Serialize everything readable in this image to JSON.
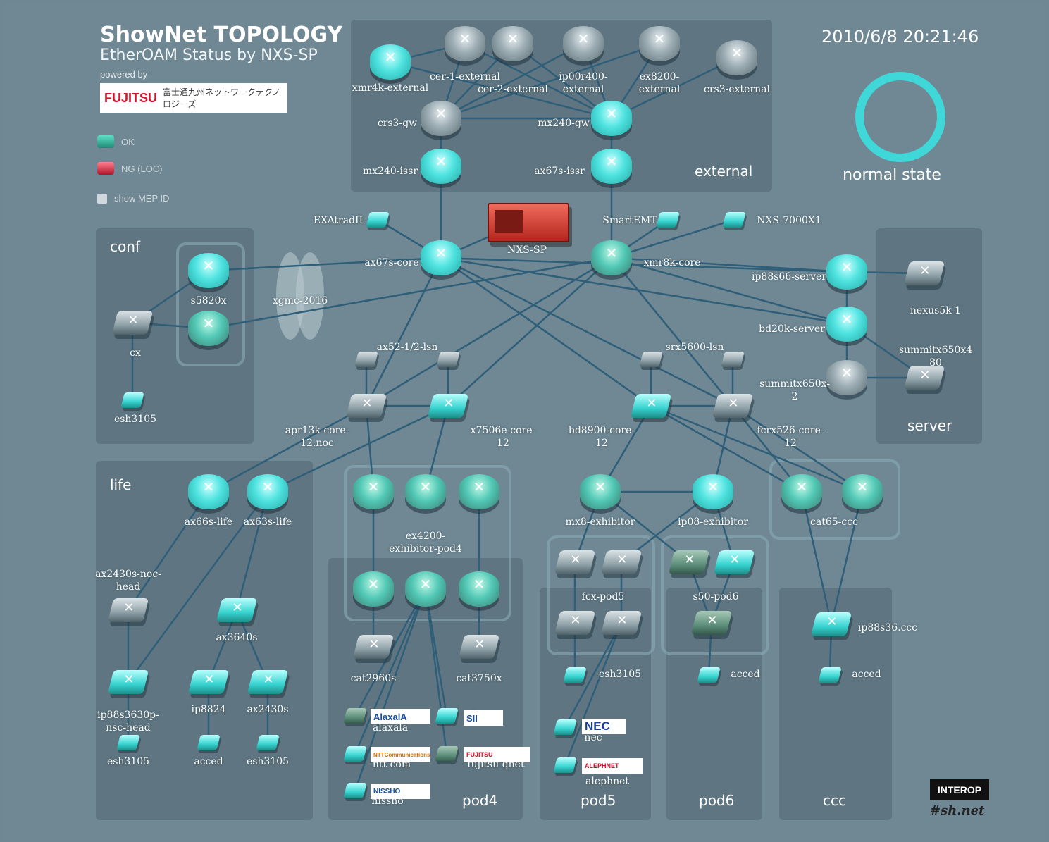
{
  "header": {
    "title": "ShowNet TOPOLOGY",
    "subtitle": "EtherOAM Status by NXS-SP",
    "powered_by": "powered by",
    "vendor_logo": "FUJITSU",
    "vendor_jp": "富士通九州ネットワークテクノロジーズ"
  },
  "legend": {
    "ok": "OK",
    "ng": "NG (LOC)",
    "mep": "show MEP ID",
    "colors": {
      "ok": "#2fb39a",
      "ng": "#c8203a",
      "mep": "#cfd9dd"
    }
  },
  "timestamp": "2010/6/8 20:21:46",
  "state": {
    "label": "normal state",
    "color": "#3fd7d8"
  },
  "regions": {
    "external": "external",
    "conf": "conf",
    "server": "server",
    "life": "life",
    "pod4": "pod4",
    "pod5": "pod5",
    "pod6": "pod6",
    "ccc": "ccc"
  },
  "nodes": [
    {
      "id": "mx4k-ext",
      "label": "xmr4k-external",
      "kind": "router",
      "color": "ok-r"
    },
    {
      "id": "cer1",
      "label": "cer-1-external",
      "kind": "router",
      "color": "gray-r"
    },
    {
      "id": "cer2",
      "label": "cer-2-external",
      "kind": "router",
      "color": "gray-r"
    },
    {
      "id": "ip00r",
      "label": "ip00r400-\nexternal",
      "kind": "router",
      "color": "gray-r"
    },
    {
      "id": "ex8200",
      "label": "ex8200-\nexternal",
      "kind": "router",
      "color": "gray-r"
    },
    {
      "id": "crs3-ext",
      "label": "crs3-external",
      "kind": "router",
      "color": "gray-r"
    },
    {
      "id": "crs3-gw",
      "label": "crs3-gw",
      "kind": "router",
      "color": "gray-r"
    },
    {
      "id": "mx240-gw",
      "label": "mx240-gw",
      "kind": "router",
      "color": "ok-r"
    },
    {
      "id": "mx240-issr",
      "label": "mx240-issr",
      "kind": "router",
      "color": "ok-r"
    },
    {
      "id": "ax67s-issr",
      "label": "ax67s-issr",
      "kind": "router",
      "color": "ok-r"
    },
    {
      "id": "exatrad",
      "label": "EXAtradII",
      "kind": "small",
      "color": "ok-s"
    },
    {
      "id": "nxs-sp",
      "label": "NXS-SP",
      "kind": "box",
      "color": "red"
    },
    {
      "id": "smartemt",
      "label": "SmartEMT",
      "kind": "small",
      "color": "ok-s"
    },
    {
      "id": "nxs7000",
      "label": "NXS-7000X1",
      "kind": "small",
      "color": "ok-s"
    },
    {
      "id": "ax67s-core",
      "label": "ax67s-core",
      "kind": "router",
      "color": "ok-r"
    },
    {
      "id": "xmr8k-core",
      "label": "xmr8k-core",
      "kind": "router",
      "color": "ok-d"
    },
    {
      "id": "s5820x-a",
      "label": "s5820x",
      "kind": "router",
      "color": "ok-r"
    },
    {
      "id": "s5820x-b",
      "label": "",
      "kind": "router",
      "color": "ok-d"
    },
    {
      "id": "cx",
      "label": "cx",
      "kind": "switch",
      "color": "gray-s"
    },
    {
      "id": "esh3105-conf",
      "label": "esh3105",
      "kind": "small",
      "color": "ok-s"
    },
    {
      "id": "xgmc",
      "label": "xgmc-2016",
      "kind": "cloud",
      "color": "gray"
    },
    {
      "id": "ip88s66",
      "label": "ip88s66-server",
      "kind": "router",
      "color": "ok-r"
    },
    {
      "id": "bd20k",
      "label": "bd20k-server",
      "kind": "router",
      "color": "ok-r"
    },
    {
      "id": "summit2",
      "label": "summitx650x-\n2",
      "kind": "router",
      "color": "gray-r"
    },
    {
      "id": "nexus5k",
      "label": "nexus5k-1",
      "kind": "switch",
      "color": "gray-s"
    },
    {
      "id": "summit80",
      "label": "summitx650x4\n80",
      "kind": "switch",
      "color": "gray-s"
    },
    {
      "id": "ax52-a",
      "label": "ax52-1/2-lsn",
      "kind": "small",
      "color": "gray-s"
    },
    {
      "id": "ax52-b",
      "label": "",
      "kind": "small",
      "color": "gray-s"
    },
    {
      "id": "srx-a",
      "label": "srx5600-lsn",
      "kind": "small",
      "color": "gray-s"
    },
    {
      "id": "srx-b",
      "label": "",
      "kind": "small",
      "color": "gray-s"
    },
    {
      "id": "apr13k",
      "label": "apr13k-core-\n12.noc",
      "kind": "switch",
      "color": "gray-s"
    },
    {
      "id": "x7506e",
      "label": "x7506e-core-\n12",
      "kind": "switch",
      "color": "ok-s"
    },
    {
      "id": "bd8900",
      "label": "bd8900-core-\n12",
      "kind": "switch",
      "color": "ok-s"
    },
    {
      "id": "fcrx526",
      "label": "fcrx526-core-\n12",
      "kind": "switch",
      "color": "gray-s"
    },
    {
      "id": "ax66s-life",
      "label": "ax66s-life",
      "kind": "router",
      "color": "ok-r"
    },
    {
      "id": "ax63s-life",
      "label": "ax63s-life",
      "kind": "router",
      "color": "ok-r"
    },
    {
      "id": "ax2430s-noc",
      "label": "ax2430s-noc-\nhead",
      "kind": "switch",
      "color": "gray-s"
    },
    {
      "id": "ax3640s",
      "label": "ax3640s",
      "kind": "switch",
      "color": "ok-s"
    },
    {
      "id": "ip88s3630p",
      "label": "ip88s3630p-\nnsc-head",
      "kind": "switch",
      "color": "ok-s"
    },
    {
      "id": "ip8824",
      "label": "ip8824",
      "kind": "switch",
      "color": "ok-s"
    },
    {
      "id": "ax2430s",
      "label": "ax2430s",
      "kind": "switch",
      "color": "ok-s"
    },
    {
      "id": "esh3105-l1",
      "label": "esh3105",
      "kind": "small",
      "color": "ok-s"
    },
    {
      "id": "acced-l",
      "label": "acced",
      "kind": "small",
      "color": "ok-s"
    },
    {
      "id": "esh3105-l2",
      "label": "esh3105",
      "kind": "small",
      "color": "ok-s"
    },
    {
      "id": "ex4200-a",
      "label": "",
      "kind": "router",
      "color": "ok-d"
    },
    {
      "id": "ex4200-b",
      "label": "ex4200-\nexhibitor-pod4",
      "kind": "router",
      "color": "ok-d"
    },
    {
      "id": "ex4200-c",
      "label": "",
      "kind": "router",
      "color": "ok-d"
    },
    {
      "id": "ex4200-d",
      "label": "",
      "kind": "router",
      "color": "ok-d"
    },
    {
      "id": "ex4200-e",
      "label": "",
      "kind": "router",
      "color": "ok-d"
    },
    {
      "id": "ex4200-f",
      "label": "",
      "kind": "router",
      "color": "ok-d"
    },
    {
      "id": "cat2960s",
      "label": "cat2960s",
      "kind": "switch",
      "color": "gray-s"
    },
    {
      "id": "cat3750x",
      "label": "cat3750x",
      "kind": "switch",
      "color": "gray-s"
    },
    {
      "id": "alaxala",
      "label": "alaxala",
      "kind": "small",
      "color": "dk-s"
    },
    {
      "id": "sii",
      "label": "sii",
      "kind": "small",
      "color": "ok-s"
    },
    {
      "id": "nttcom",
      "label": "ntt com",
      "kind": "small",
      "color": "ok-s"
    },
    {
      "id": "fujitsu-qnet",
      "label": "fujitsu qnet",
      "kind": "small",
      "color": "dk-s"
    },
    {
      "id": "nissho",
      "label": "nissho",
      "kind": "small",
      "color": "ok-s"
    },
    {
      "id": "mx8-exh",
      "label": "mx8-exhibitor",
      "kind": "router",
      "color": "ok-d"
    },
    {
      "id": "ip08-exh",
      "label": "ip08-exhibitor",
      "kind": "router",
      "color": "ok-r"
    },
    {
      "id": "cat65-a",
      "label": "",
      "kind": "router",
      "color": "ok-d"
    },
    {
      "id": "cat65-b",
      "label": "cat65-ccc",
      "kind": "router",
      "color": "ok-d"
    },
    {
      "id": "fcx-a",
      "label": "",
      "kind": "switch",
      "color": "gray-s"
    },
    {
      "id": "fcx-b",
      "label": "fcx-pod5",
      "kind": "switch",
      "color": "gray-s"
    },
    {
      "id": "fcx-c",
      "label": "",
      "kind": "switch",
      "color": "gray-s"
    },
    {
      "id": "fcx-d",
      "label": "",
      "kind": "switch",
      "color": "gray-s"
    },
    {
      "id": "s50-a",
      "label": "",
      "kind": "switch",
      "color": "dk-s"
    },
    {
      "id": "s50-b",
      "label": "s50-pod6",
      "kind": "switch",
      "color": "ok-s"
    },
    {
      "id": "s50-c",
      "label": "",
      "kind": "switch",
      "color": "dk-s"
    },
    {
      "id": "esh3105-p5",
      "label": "esh3105",
      "kind": "small",
      "color": "ok-s"
    },
    {
      "id": "nec",
      "label": "nec",
      "kind": "small",
      "color": "ok-s"
    },
    {
      "id": "alephnet",
      "label": "alephnet",
      "kind": "small",
      "color": "ok-s"
    },
    {
      "id": "acced-p6",
      "label": "acced",
      "kind": "small",
      "color": "ok-s"
    },
    {
      "id": "ip88s36",
      "label": "ip88s36.ccc",
      "kind": "switch",
      "color": "ok-s"
    },
    {
      "id": "acced-ccc",
      "label": "acced",
      "kind": "small",
      "color": "ok-s"
    }
  ],
  "links": [
    [
      "mx4k-ext",
      "cer1"
    ],
    [
      "mx4k-ext",
      "mx240-gw"
    ],
    [
      "cer1",
      "crs3-gw"
    ],
    [
      "cer1",
      "mx240-gw"
    ],
    [
      "cer2",
      "crs3-gw"
    ],
    [
      "cer2",
      "mx240-gw"
    ],
    [
      "ip00r",
      "crs3-gw"
    ],
    [
      "ip00r",
      "mx240-gw"
    ],
    [
      "ex8200",
      "crs3-gw"
    ],
    [
      "ex8200",
      "mx240-gw"
    ],
    [
      "crs3-ext",
      "mx240-gw"
    ],
    [
      "crs3-gw",
      "mx240-gw"
    ],
    [
      "crs3-gw",
      "mx240-issr"
    ],
    [
      "mx240-gw",
      "ax67s-issr"
    ],
    [
      "mx240-issr",
      "ax67s-core"
    ],
    [
      "ax67s-issr",
      "xmr8k-core"
    ],
    [
      "exatrad",
      "ax67s-core"
    ],
    [
      "nxs-sp",
      "ax67s-core"
    ],
    [
      "smartemt",
      "xmr8k-core"
    ],
    [
      "nxs7000",
      "xmr8k-core"
    ],
    [
      "ax67s-core",
      "s5820x-a"
    ],
    [
      "xmr8k-core",
      "s5820x-b"
    ],
    [
      "s5820x-a",
      "cx"
    ],
    [
      "s5820x-b",
      "cx"
    ],
    [
      "cx",
      "esh3105-conf"
    ],
    [
      "ax67s-core",
      "ip88s66"
    ],
    [
      "xmr8k-core",
      "ip88s66"
    ],
    [
      "ax67s-core",
      "bd20k"
    ],
    [
      "xmr8k-core",
      "bd20k"
    ],
    [
      "ip88s66",
      "bd20k"
    ],
    [
      "bd20k",
      "summit2"
    ],
    [
      "ip88s66",
      "nexus5k"
    ],
    [
      "bd20k",
      "summit80"
    ],
    [
      "summit2",
      "summit80"
    ],
    [
      "ax67s-core",
      "apr13k"
    ],
    [
      "ax67s-core",
      "bd8900"
    ],
    [
      "ax67s-core",
      "fcrx526"
    ],
    [
      "xmr8k-core",
      "x7506e"
    ],
    [
      "xmr8k-core",
      "fcrx526"
    ],
    [
      "xmr8k-core",
      "apr13k"
    ],
    [
      "ax52-a",
      "apr13k"
    ],
    [
      "ax52-b",
      "x7506e"
    ],
    [
      "srx-a",
      "bd8900"
    ],
    [
      "srx-b",
      "fcrx526"
    ],
    [
      "apr13k",
      "x7506e"
    ],
    [
      "bd8900",
      "fcrx526"
    ],
    [
      "apr13k",
      "ax66s-life"
    ],
    [
      "x7506e",
      "ax63s-life"
    ],
    [
      "apr13k",
      "ex4200-a"
    ],
    [
      "x7506e",
      "ex4200-b"
    ],
    [
      "bd8900",
      "mx8-exh"
    ],
    [
      "fcrx526",
      "ip08-exh"
    ],
    [
      "bd8900",
      "cat65-a"
    ],
    [
      "bd8900",
      "cat65-b"
    ],
    [
      "fcrx526",
      "cat65-a"
    ],
    [
      "fcrx526",
      "cat65-b"
    ],
    [
      "ax66s-life",
      "ax2430s-noc"
    ],
    [
      "ax63s-life",
      "ax3640s"
    ],
    [
      "ax63s-life",
      "ip88s3630p"
    ],
    [
      "ax2430s-noc",
      "ip88s3630p"
    ],
    [
      "ax3640s",
      "ip8824"
    ],
    [
      "ax3640s",
      "ax2430s"
    ],
    [
      "ip88s3630p",
      "esh3105-l1"
    ],
    [
      "ip8824",
      "acced-l"
    ],
    [
      "ax2430s",
      "esh3105-l2"
    ],
    [
      "ex4200-a",
      "ex4200-d"
    ],
    [
      "ex4200-c",
      "ex4200-f"
    ],
    [
      "ex4200-d",
      "cat2960s"
    ],
    [
      "ex4200-f",
      "cat3750x"
    ],
    [
      "ex4200-e",
      "alaxala"
    ],
    [
      "ex4200-e",
      "sii"
    ],
    [
      "ex4200-e",
      "nttcom"
    ],
    [
      "ex4200-e",
      "fujitsu-qnet"
    ],
    [
      "ex4200-e",
      "nissho"
    ],
    [
      "mx8-exh",
      "ip08-exh"
    ],
    [
      "mx8-exh",
      "fcx-a"
    ],
    [
      "mx8-exh",
      "s50-a"
    ],
    [
      "ip08-exh",
      "fcx-b"
    ],
    [
      "ip08-exh",
      "s50-b"
    ],
    [
      "fcx-a",
      "fcx-c"
    ],
    [
      "fcx-b",
      "fcx-d"
    ],
    [
      "s50-a",
      "s50-c"
    ],
    [
      "s50-b",
      "s50-c"
    ],
    [
      "fcx-c",
      "esh3105-p5"
    ],
    [
      "fcx-d",
      "nec"
    ],
    [
      "fcx-d",
      "alephnet"
    ],
    [
      "s50-c",
      "acced-p6"
    ],
    [
      "cat65-a",
      "ip88s36"
    ],
    [
      "cat65-b",
      "ip88s36"
    ],
    [
      "ip88s36",
      "acced-ccc"
    ]
  ],
  "vendor_logos": {
    "alaxala": "AlaxalA",
    "sii": "SII",
    "nttcom": "NTTCommunications",
    "fujitsu": "FUJITSU",
    "nissho": "NISSHO",
    "nec": "NEC",
    "aleph": "ALEPHNET"
  },
  "footer": {
    "interop": "INTEROP",
    "shownet": "#sh.net"
  }
}
